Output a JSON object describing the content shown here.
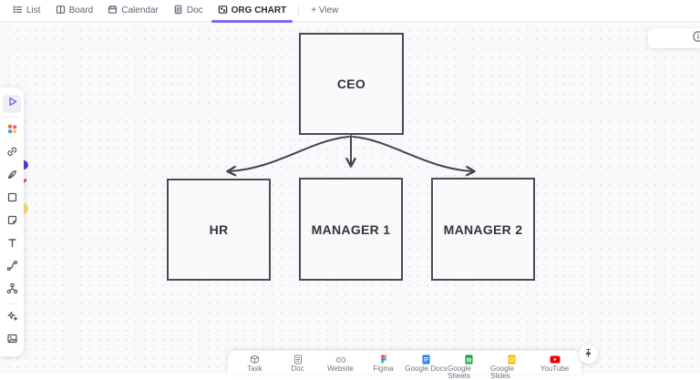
{
  "colors": {
    "accent": "#7b68ee",
    "node_border": "#454c56",
    "connector": "#3f4650",
    "canvas_bg": "#f9f9fb",
    "mark_purple": "#4a3de8",
    "mark_red": "#e34f44",
    "mark_yellow": "#f8d772"
  },
  "view_tabs": {
    "items": [
      {
        "label": "List",
        "icon": "list-icon",
        "active": false
      },
      {
        "label": "Board",
        "icon": "board-icon",
        "active": false
      },
      {
        "label": "Calendar",
        "icon": "calendar-icon",
        "active": false
      },
      {
        "label": "Doc",
        "icon": "doc-icon",
        "active": false
      },
      {
        "label": "ORG CHART",
        "icon": "whiteboard-icon",
        "active": true
      }
    ],
    "add_view_label": "+ View"
  },
  "whiteboard_tools": [
    "select",
    "cards",
    "link",
    "pen",
    "shape",
    "sticky-note",
    "text",
    "scribble",
    "mind-map",
    "ai-sparkle",
    "image"
  ],
  "org_chart": {
    "nodes": [
      {
        "id": "ceo",
        "label": "CEO"
      },
      {
        "id": "hr",
        "label": "HR"
      },
      {
        "id": "manager1",
        "label": "MANAGER 1"
      },
      {
        "id": "manager2",
        "label": "MANAGER 2"
      }
    ],
    "edges": [
      {
        "from": "ceo",
        "to": "hr"
      },
      {
        "from": "ceo",
        "to": "manager1"
      },
      {
        "from": "ceo",
        "to": "manager2"
      }
    ]
  },
  "embed_toolbar": {
    "items": [
      {
        "label": "Task",
        "icon": "task-icon"
      },
      {
        "label": "Doc",
        "icon": "doc-icon"
      },
      {
        "label": "Website",
        "icon": "website-icon"
      },
      {
        "label": "Figma",
        "icon": "figma-icon"
      },
      {
        "label": "Google Docs",
        "icon": "google-docs-icon"
      },
      {
        "label": "Google Sheets",
        "icon": "google-sheets-icon"
      },
      {
        "label": "Google Slides",
        "icon": "google-slides-icon"
      },
      {
        "label": "YouTube",
        "icon": "youtube-icon"
      }
    ],
    "pin_icon": "pin-icon"
  },
  "info_card": {
    "icon": "info-icon"
  }
}
